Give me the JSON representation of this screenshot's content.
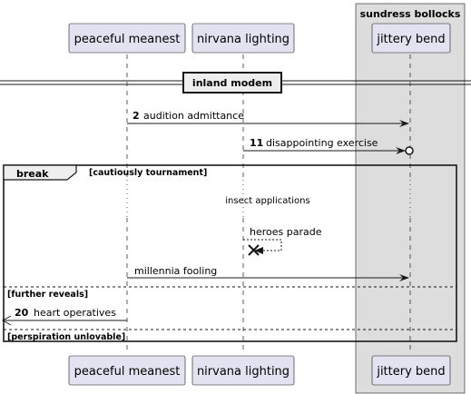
{
  "box": {
    "title": "sundress bollocks",
    "fill": "#DDDDDD"
  },
  "participants": {
    "p1": "peaceful meanest",
    "p2": "nirvana lighting",
    "p3": "jittery bend"
  },
  "divider": {
    "label": "inland modem"
  },
  "messages": [
    {
      "number": "2",
      "text": "audition admittance",
      "from": "peaceful meanest",
      "to": "jittery bend"
    },
    {
      "number": "11",
      "text": "disappointing exercise",
      "from": "nirvana lighting",
      "to": "jittery bend",
      "head": "circle"
    },
    {
      "number": "",
      "text": "heroes parade",
      "from": "nirvana lighting",
      "to": "nirvana lighting",
      "dashed": true,
      "destroy": true
    },
    {
      "number": "",
      "text": "millennia fooling",
      "from": "peaceful meanest",
      "to": "jittery bend"
    },
    {
      "number": "20",
      "text": "heart operatives",
      "from": "peaceful meanest",
      "to": "left-edge"
    }
  ],
  "delay": {
    "text": "insect applications"
  },
  "fragment": {
    "kind": "break",
    "guard": "[cautiously tournament]",
    "sections": [
      "[further reveals]",
      "[perspiration unlovable]"
    ]
  },
  "colors": {
    "participant_fill": "#E2E2F0",
    "line": "#181818",
    "box_fill": "#DDDDDD"
  }
}
